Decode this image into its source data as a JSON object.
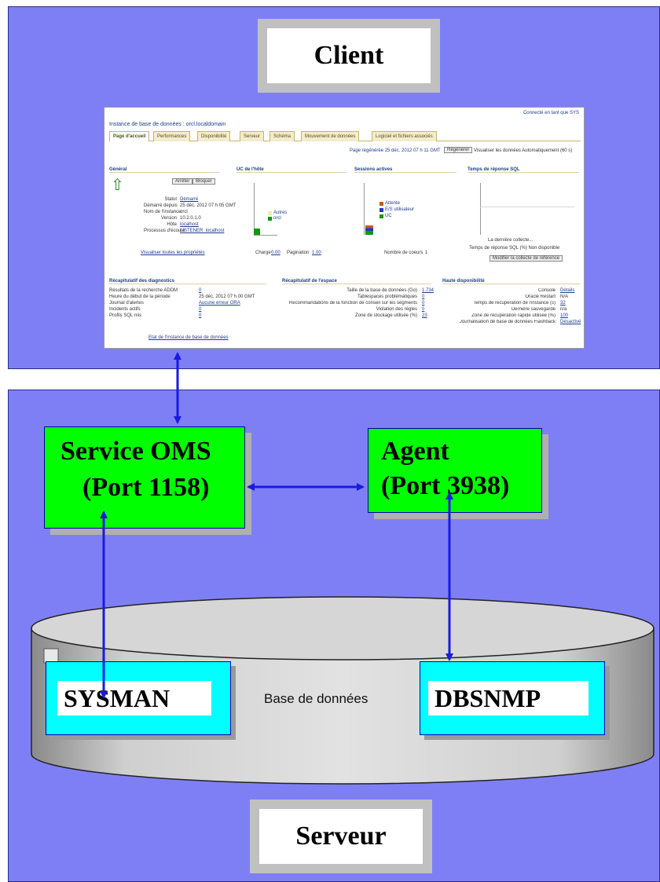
{
  "client": {
    "label": "Client"
  },
  "server": {
    "label": "Serveur"
  },
  "oms": {
    "line1": "Service OMS",
    "line2": "(Port 1158)"
  },
  "agent": {
    "line1": "Agent",
    "line2": "(Port 3938)"
  },
  "database": {
    "label": "Base de données"
  },
  "schemas": {
    "sysman": "SYSMAN",
    "dbsnmp": "DBSNMP"
  },
  "colors": {
    "panel": "#7f7ff5",
    "node": "#00ff00",
    "schema": "#00ffff",
    "arrow": "#1a1ae0"
  },
  "screenshot": {
    "top_link": "Connecté en tant que SYS",
    "title": "Instance de base de données : orcl.localdomain",
    "tabs": [
      "Page d'accueil",
      "Performances",
      "Disponibilité",
      "Serveur",
      "Schéma",
      "Mouvement de données",
      "Logiciel et fichiers associés"
    ],
    "refresh_text": "Page régénérée 25 déc. 2012 07 h 11 GMT",
    "refresh_button": "Régénérer",
    "view_text": "Visualiser les données  Automatiquement (60 s)",
    "general": {
      "title": "Général",
      "buttons": [
        "Arrêter",
        "Bloquer"
      ],
      "labels": [
        "Statut",
        "Démarré depuis",
        "Nom de l'instance",
        "Version",
        "Hôte",
        "Processus d'écoute"
      ],
      "values": [
        "Démarré",
        "25 déc. 2012 07 h 05 GMT",
        "orcl",
        "10.2.0.1.0",
        "localhost",
        "LISTENER_localhost"
      ],
      "link": "Visualiser toutes les propriétés"
    },
    "cpu": {
      "title": "UC de l'hôte",
      "legend": [
        "Autres",
        "orcl"
      ],
      "load_label": "Charge",
      "load_value": "0.00",
      "paging_label": "Pagination",
      "paging_value": "1.00"
    },
    "sessions": {
      "title": "Sessions actives",
      "legend": [
        "Attente",
        "E/S utilisateur",
        "UC"
      ],
      "cpu_label": "Nombre de coeurs",
      "cpu_value": "1"
    },
    "sql": {
      "title": "Temps de réponse SQL",
      "note": "La dernière collecte...",
      "metric": "Temps de réponse SQL (%) Non disponible",
      "button": "Modifier la collecte de référence"
    },
    "diagnostics": {
      "title": "Récapitulatif des diagnostics",
      "labels": [
        "Résultats de la recherche ADDM",
        "Heure du début de la période",
        "Journal d'alertes",
        "Incidents actifs",
        "Profils SQL mis"
      ],
      "values": [
        "0",
        "25 déc. 2012 07 h 00 GMT",
        "Aucune erreur ORA",
        "0",
        "0"
      ],
      "link": "Etat de l'instance de base de données"
    },
    "space": {
      "title": "Récapitulatif de l'espace",
      "labels": [
        "Taille de la base de données (Go)",
        "Tablespaces problématiques",
        "Recommandations de la fonction de conseil sur les segments",
        "Violation des règles",
        "Zone de stockage utilisée (%)"
      ],
      "values": [
        "1.734",
        "0",
        "0",
        "0",
        "23"
      ]
    },
    "ha": {
      "title": "Haute disponibilité",
      "labels": [
        "Console",
        "Oracle Restart",
        "Temps de récupération de l'instance (s)",
        "Dernière sauvegarde",
        "Zone de récupération rapide utilisée (%)",
        "Journalisation de base de données Flashback"
      ],
      "values": [
        "Détails",
        "N/A",
        "32",
        "n/a",
        "100",
        "Désactivé"
      ]
    }
  }
}
